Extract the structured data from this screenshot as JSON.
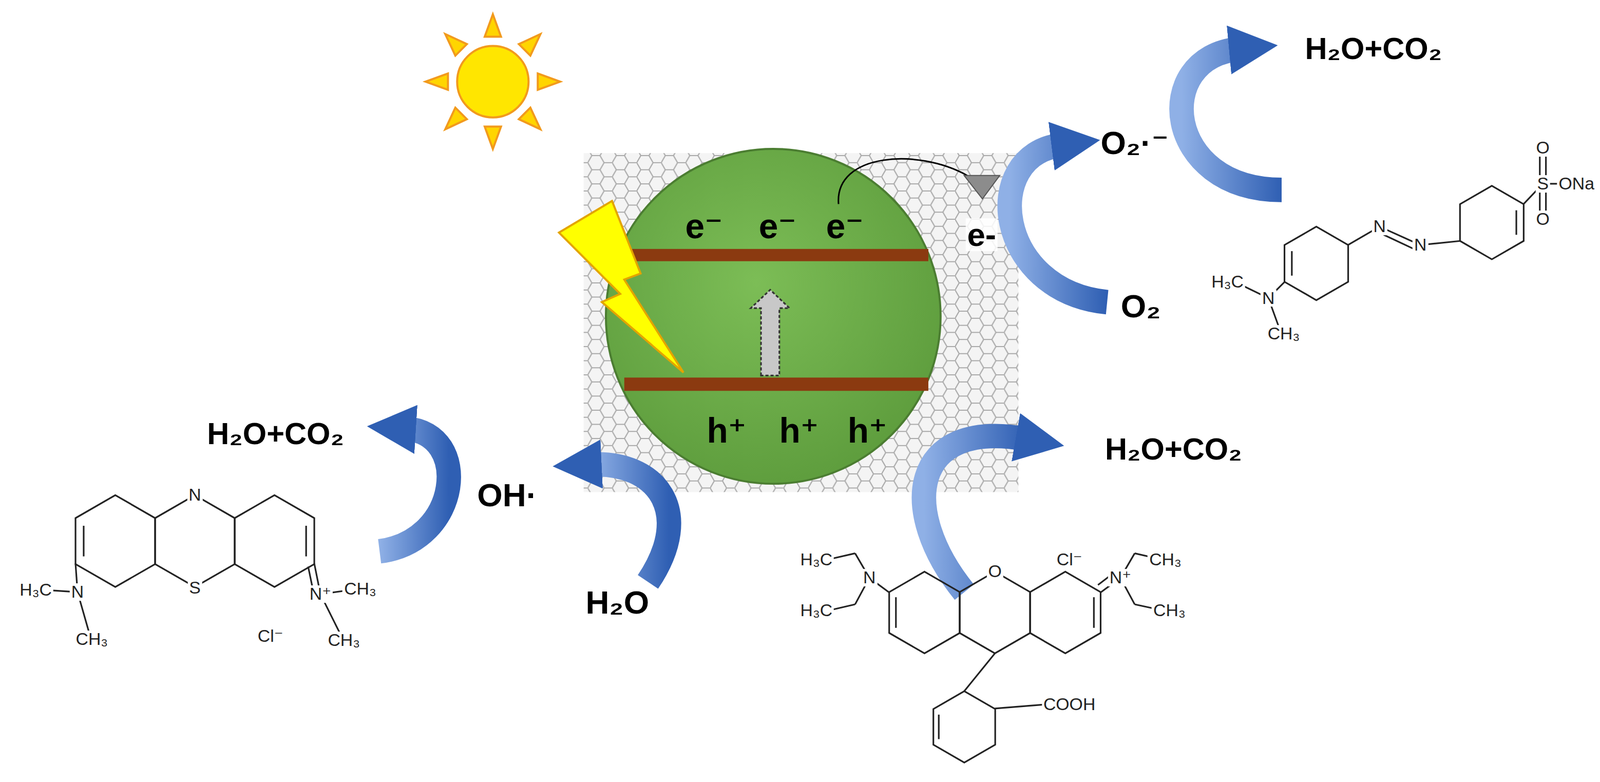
{
  "diagram": {
    "nodes": [
      {
        "text": [
          "e⁻",
          "e⁻",
          "e⁻",
          "h⁺",
          "h⁺",
          "h⁺"
        ]
      }
    ],
    "labels": [
      "e-",
      "O₂·⁻",
      "O₂",
      "H₂O+CO₂",
      "OH·",
      "H₂O+CO₂",
      "H₂O",
      "H₂O+CO₂",
      "N",
      "S",
      "H₃C",
      "N",
      "CH₃",
      "N⁺",
      "CH₃",
      "CH₃",
      "Cl⁻",
      "H₃C",
      "N",
      "CH₃",
      "N",
      "N",
      "S",
      "O",
      "O",
      "ONa",
      "H₃C",
      "H₃C",
      "N",
      "O",
      "Cl⁻",
      "N⁺",
      "CH₃",
      "CH₃",
      "COOH"
    ]
  }
}
